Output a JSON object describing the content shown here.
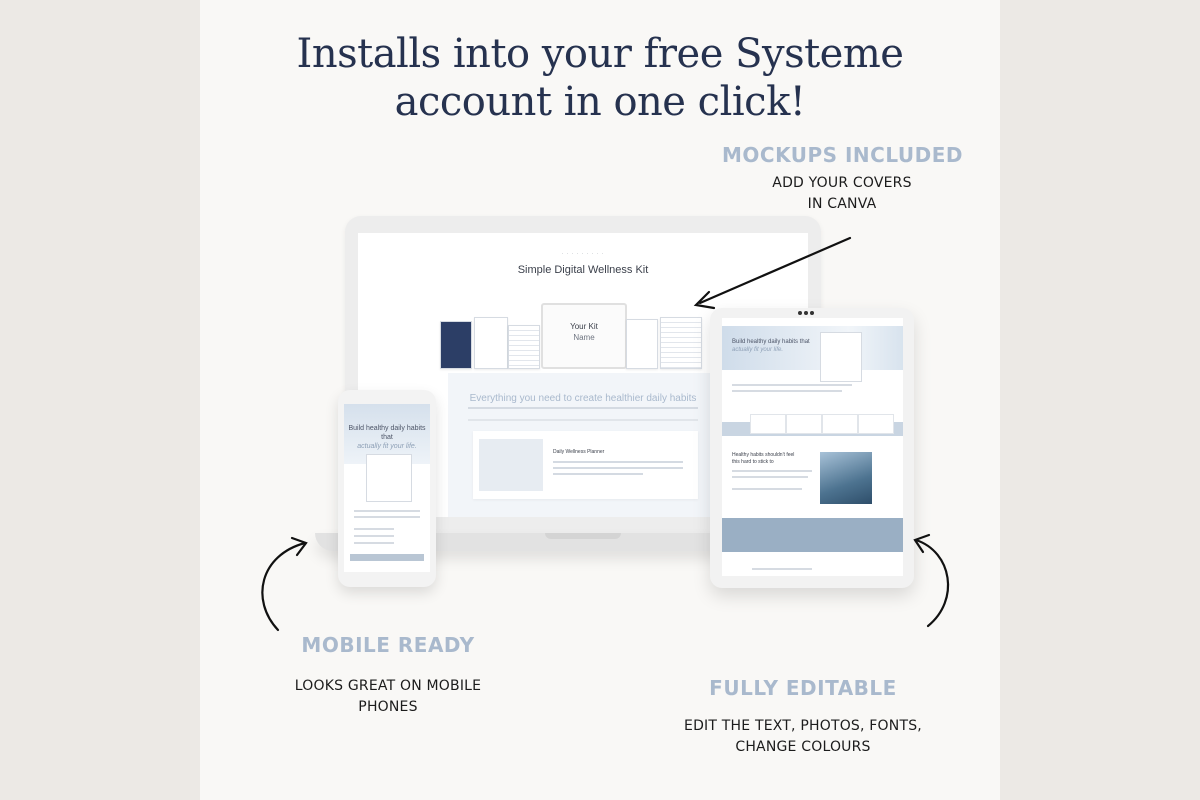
{
  "headline": {
    "line1": "Installs into your free Systeme",
    "line2": "account in one click!"
  },
  "mockups": {
    "title": "MOCKUPS INCLUDED",
    "line1": "ADD YOUR COVERS",
    "line2": "IN CANVA"
  },
  "mobile": {
    "title": "MOBILE READY",
    "line1": "LOOKS GREAT ON MOBILE",
    "line2": "PHONES"
  },
  "editable": {
    "title": "FULLY EDITABLE",
    "line1": "EDIT THE TEXT, PHOTOS, FONTS,",
    "line2": "CHANGE COLOURS"
  },
  "laptop_screen": {
    "title": "Simple Digital Wellness Kit",
    "kit_line1": "Your Kit",
    "kit_line2": "Name",
    "heading": "Everything you need to create healthier daily habits",
    "card_title": "Daily Wellness Planner"
  },
  "phone_screen": {
    "hero_line1": "Build healthy daily habits that",
    "hero_line2": "actually fit your life."
  },
  "tablet_screen": {
    "hero_line1": "Build healthy daily habits that",
    "hero_line2": "actually fit your life.",
    "section_line1": "Healthy habits shouldn't feel",
    "section_line2": "this hard to stick to"
  },
  "colors": {
    "headline": "#26324f",
    "label_title": "#a9b9cd",
    "body_text": "#1c1c1c",
    "card_bg": "#f9f8f6",
    "outer_bg": "#ece9e5"
  }
}
